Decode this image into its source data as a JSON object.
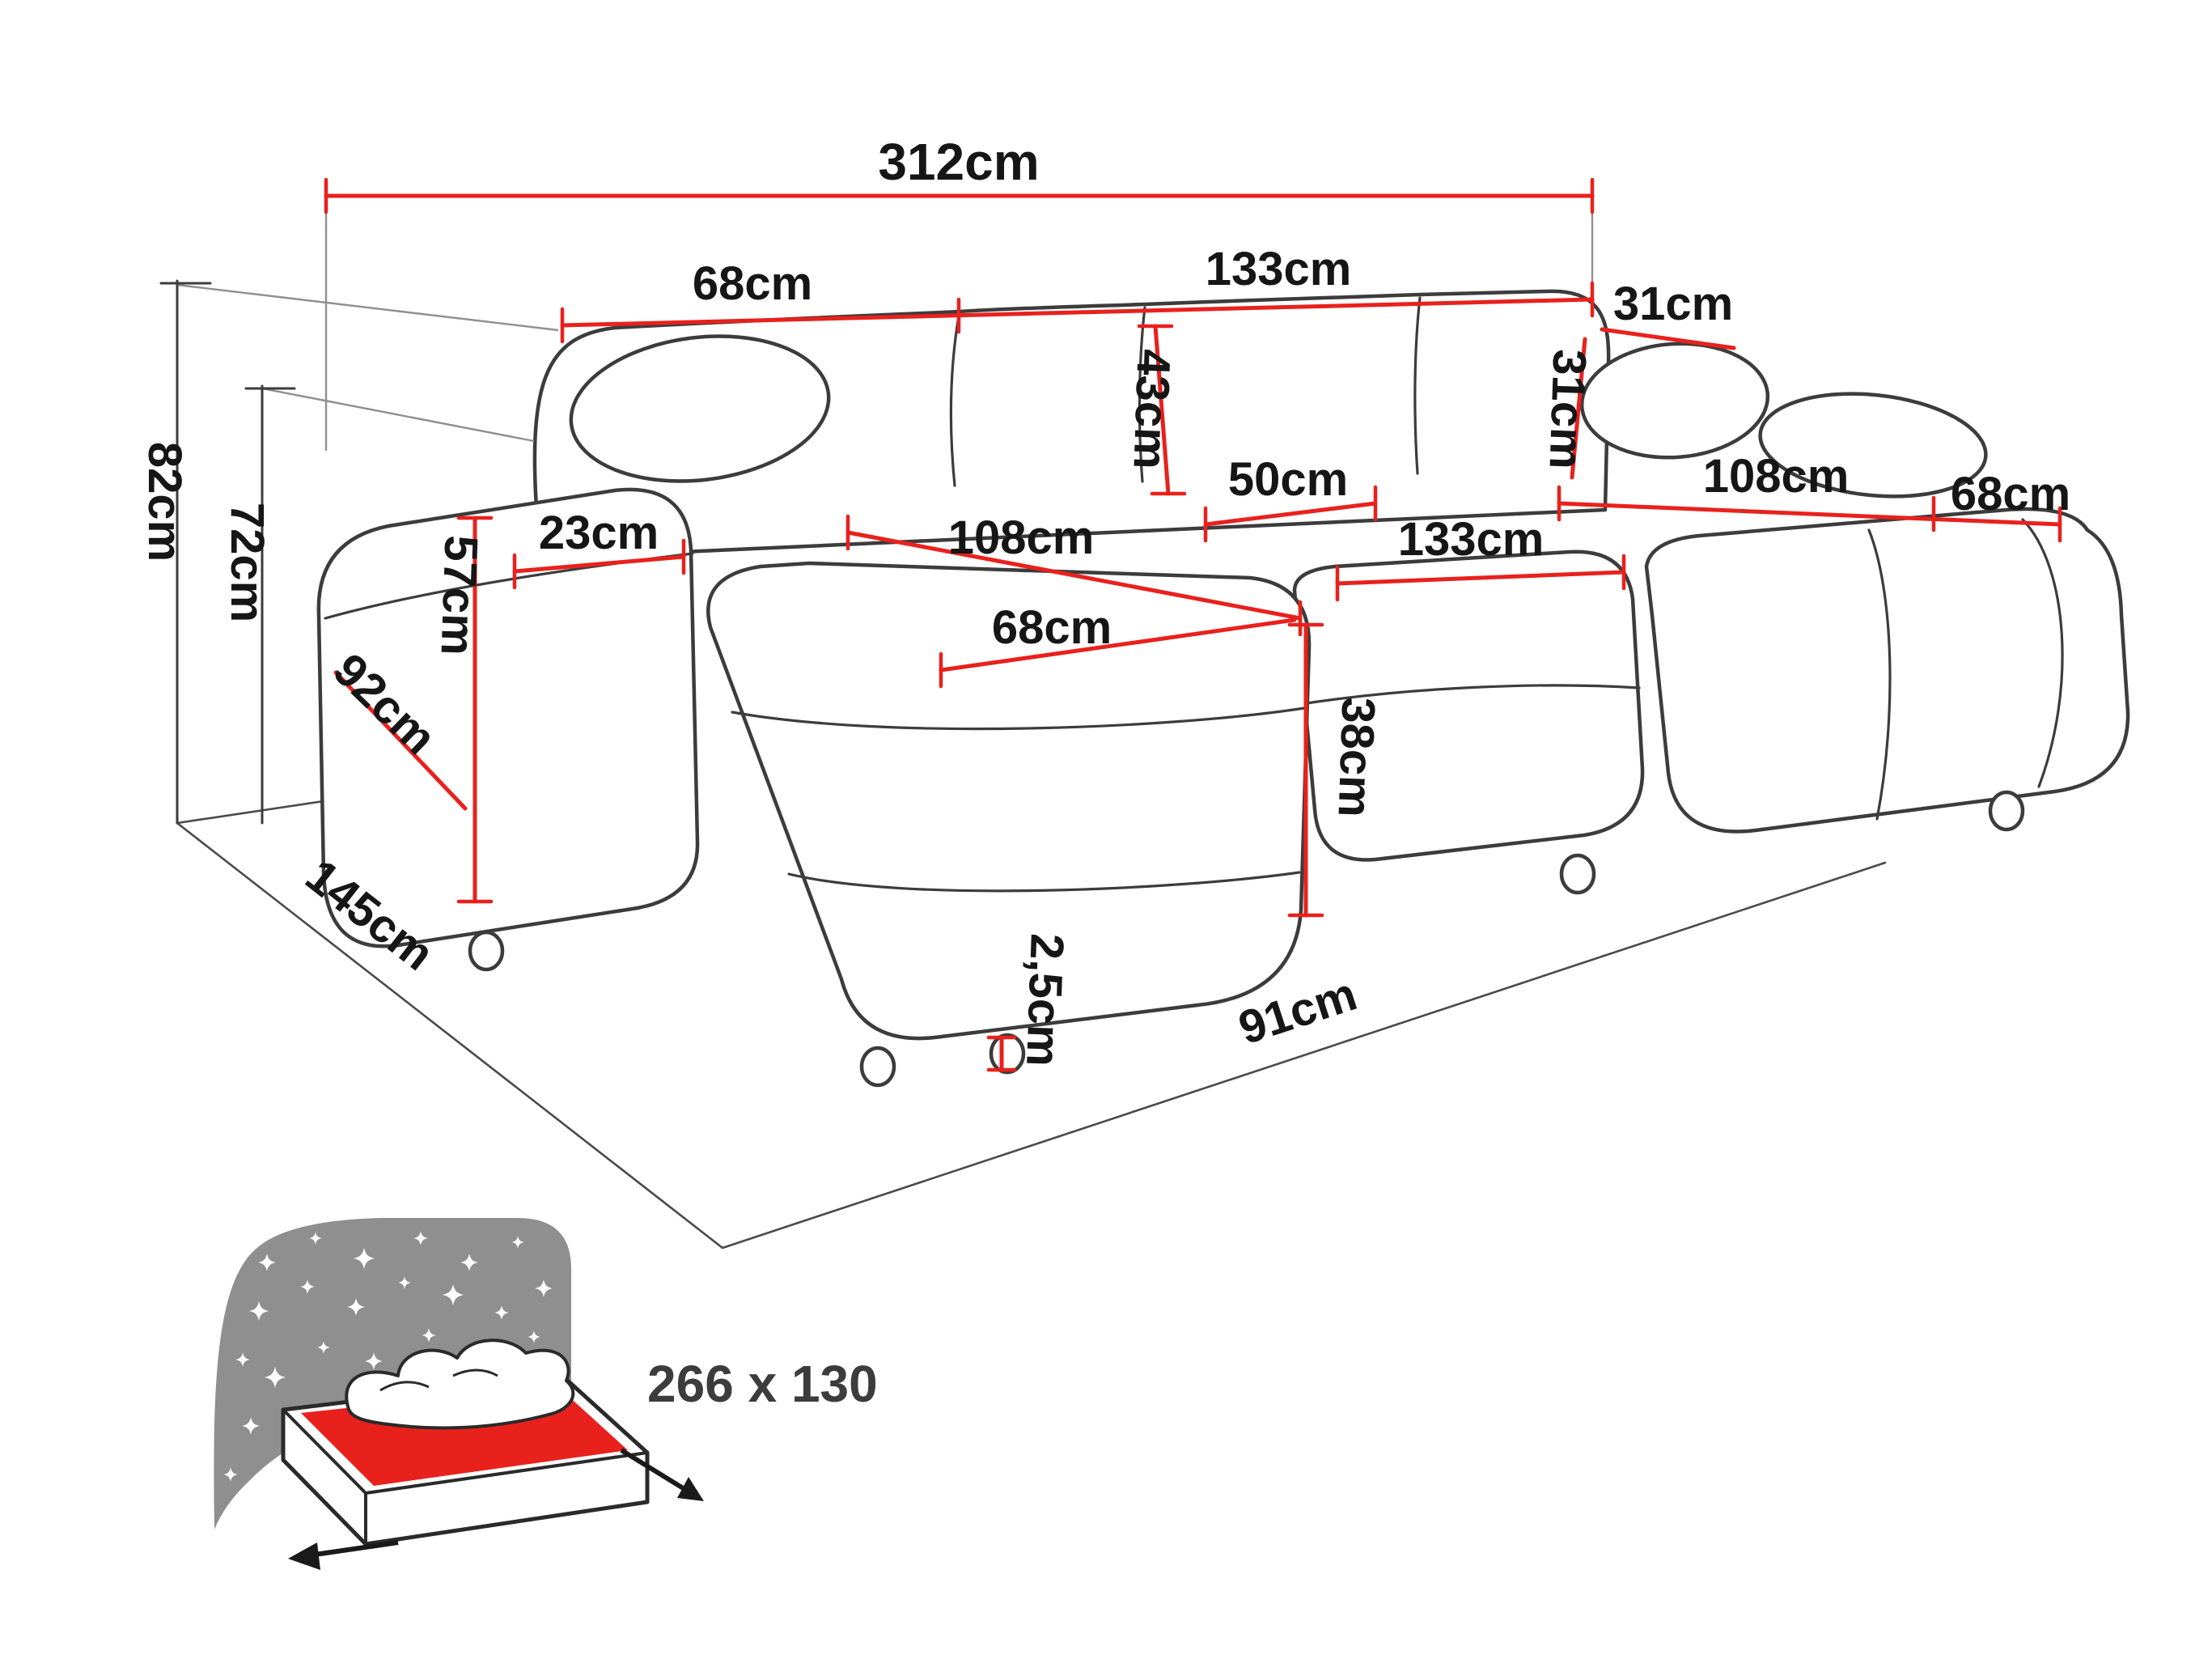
{
  "diagram": {
    "type": "furniture-dimension-diagram",
    "subject": "u-shaped corner sofa with sleeping function",
    "colors": {
      "dimension_line": "#e8211d",
      "sofa_outline": "#3c3c3c",
      "label_text": "#161616",
      "headboard_gray": "#8f8f8f",
      "mattress_red": "#e8211d",
      "background": "#ffffff"
    },
    "icons": {
      "stars": "star-icon",
      "arrow_left": "arrow-left-icon",
      "arrow_right": "arrow-right-icon",
      "bed": "sleeping-function-icon"
    },
    "labels": {
      "overall_width": "312cm",
      "back_section_left_width": "68cm",
      "back_section_middle_width": "133cm",
      "pillow_width": "31cm",
      "back_cushion_height": "43cm",
      "pillow_height": "31cm",
      "seat_depth_middle": "50cm",
      "chaise_right_length": "108cm",
      "chaise_right_width": "68cm",
      "overall_height": "82cm",
      "armrest_height": "72cm",
      "armrest_top_width": "23cm",
      "armrest_front_height": "57cm",
      "chaise_left_length": "108cm",
      "seat_middle_width": "133cm",
      "armrest_depth": "92cm",
      "chaise_left_width": "68cm",
      "seat_height": "38cm",
      "overall_depth": "145cm",
      "leg_height": "2,5cm",
      "floor_front_edge": "91cm",
      "sleeping_area": "266 x 130"
    }
  }
}
